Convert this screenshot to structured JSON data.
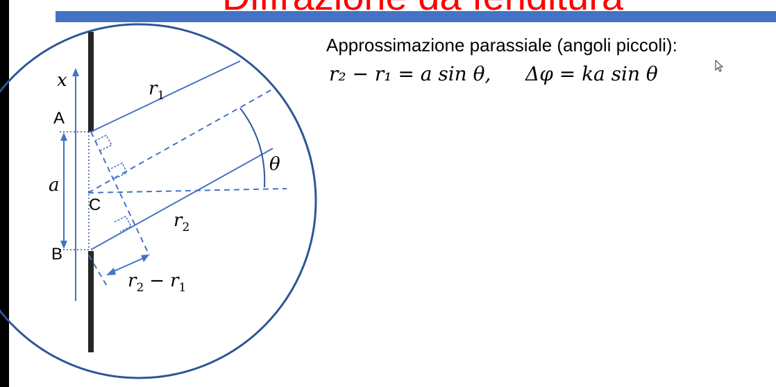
{
  "slide": {
    "title": "Diffrazione da fenditura",
    "subtitle": "Approssimazione parassiale (angoli piccoli):",
    "equation_path": "r₂ − r₁ = a sin θ,",
    "equation_phase": "Δφ = ka sin θ"
  },
  "diagram": {
    "point_a": "A",
    "point_b": "B",
    "point_c": "C",
    "axis_x": "x",
    "slit_width": "a",
    "r1": "r",
    "r1_sub": "1",
    "r2": "r",
    "r2_sub": "2",
    "path_diff_r2": "r",
    "path_diff_r2_sub": "2",
    "path_diff_minus": "−",
    "path_diff_r1": "r",
    "path_diff_r1_sub": "1",
    "angle": "θ"
  },
  "colors": {
    "title": "#ff0000",
    "accent": "#4472c4",
    "circle": "#2f5597",
    "rays": "#4472c4"
  },
  "icons": {
    "cursor": "mouse-pointer-icon"
  }
}
